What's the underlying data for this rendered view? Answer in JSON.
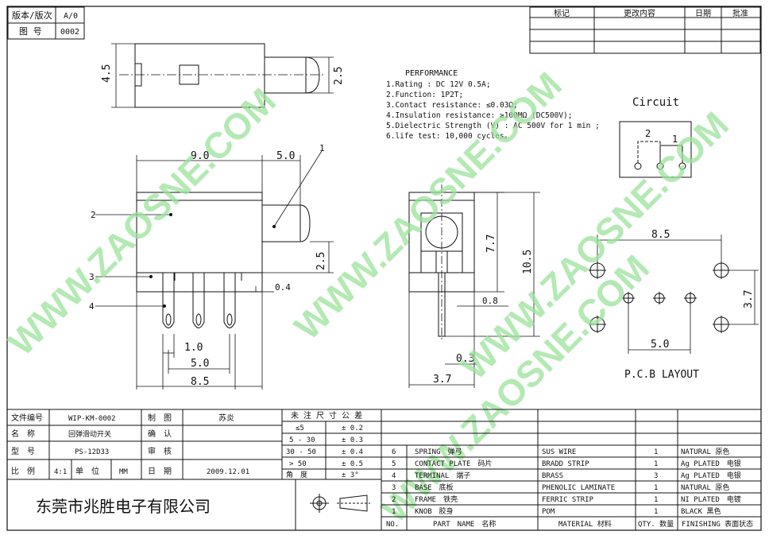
{
  "header": {
    "version_label": "版本/版次",
    "version_value": "A/0",
    "drawing_no_label": "图 号",
    "drawing_no_value": "0002"
  },
  "revision_table": {
    "headers": [
      "标记",
      "更改内容",
      "日期",
      "批准"
    ]
  },
  "performance": {
    "title": "PERFORMANCE",
    "lines": [
      "1.Rating : DC 12V 0.5A;",
      "2.Function: 1P2T;",
      "3.Contact resistance: ≤0.03Ω;",
      "4.Insulation resistance: ≥100MΩ (DC500V);",
      "5.Dielectric Strength (V) : AC 500V for 1 min ;",
      "6.life test: 10,000 cycles。"
    ]
  },
  "circuit": {
    "title": "Circuit",
    "pin_a": "2",
    "pin_b": "1"
  },
  "pcb": {
    "title": "P.C.B LAYOUT",
    "dim_width": "8.5",
    "dim_pitch": "5.0",
    "dim_height": "3.7"
  },
  "dimensions": {
    "top_height": "4.5",
    "top_knob": "2.5",
    "front_body": "9.0",
    "front_knob": "5.0",
    "front_knob_height": "2.5",
    "front_frame": "0.4",
    "front_pitch": "1.0",
    "front_pitch2": "5.0",
    "front_total": "8.5",
    "side_height": "7.7",
    "side_total": "10.5",
    "side_frame": "0.8",
    "side_pin": "0.3",
    "side_width": "3.7"
  },
  "callouts": [
    "1",
    "2",
    "3",
    "4"
  ],
  "watermark": "WWW.ZAOSNE.COM",
  "title_block": {
    "file_no_label": "文件编号",
    "file_no_value": "WIP-KM-0002",
    "name_label": "名　称",
    "name_value": "回弹滑动开关",
    "model_label": "型　号",
    "model_value": "PS-12D33",
    "scale_label": "比　例",
    "scale_value": "4:1",
    "unit_label": "单　位",
    "unit_value": "MM",
    "drawn_label": "制　图",
    "drawn_value": "苏炎",
    "confirm_label": "确　认",
    "review_label": "审　核",
    "date_label": "日　期",
    "date_value": "2009.12.01",
    "company": "东莞市兆胜电子有限公司"
  },
  "tolerance": {
    "title": "未 注 尺 寸 公 差",
    "rows": [
      [
        "≤5",
        "± 0.2"
      ],
      [
        "5 - 30",
        "± 0.3"
      ],
      [
        "30 - 50",
        "± 0.4"
      ],
      [
        "> 50",
        "± 0.5"
      ],
      [
        "角　度",
        "± 3°"
      ]
    ]
  },
  "bom": {
    "headers": [
      "NO.",
      "PART　NAME　名称",
      "MATERIAL 材料",
      "QTY. 数量",
      "FINISHING 表面状态"
    ],
    "rows": [
      [
        "6",
        "SPRING　弹弓",
        "SUS WIRE",
        "1",
        "NATURAL 原色"
      ],
      [
        "5",
        "CONTACT PLATE　码片",
        "BRADD STRIP",
        "1",
        "Ag PLATED　电银"
      ],
      [
        "4",
        "TERMINAL　端子",
        "BRASS",
        "3",
        "Ag PLATED　电银"
      ],
      [
        "3",
        "BASE　底板",
        "PHENOLIC LAMINATE",
        "1",
        "NATURAL 原色"
      ],
      [
        "2",
        "FRAME　铁壳",
        "FERRIC STRIP",
        "1",
        "NI PLATED　电镀"
      ],
      [
        "1",
        "KNOB　胶身",
        "POM",
        "1",
        "BLACK 黑色"
      ]
    ]
  }
}
